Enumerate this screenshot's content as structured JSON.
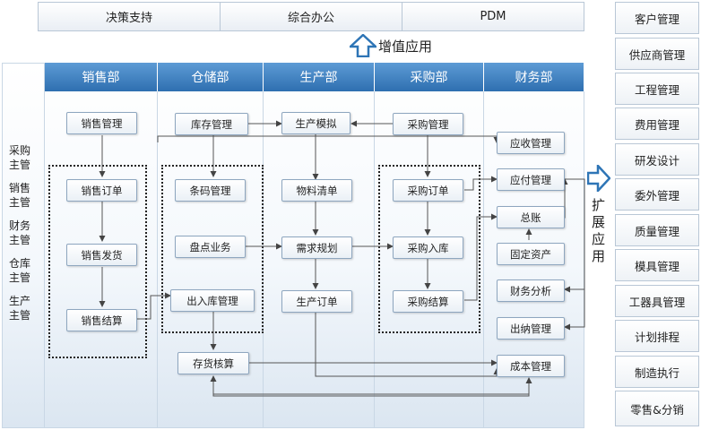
{
  "top_bar": [
    "决策支持",
    "综合办公",
    "PDM"
  ],
  "value_added_label": "增值应用",
  "extension_label": "扩展应用",
  "roles": [
    "采购主管",
    "销售主管",
    "财务主管",
    "仓库主管",
    "生产主管"
  ],
  "departments": [
    "销售部",
    "仓储部",
    "生产部",
    "采购部",
    "财务部"
  ],
  "sales": {
    "management": "销售管理",
    "order": "销售订单",
    "shipping": "销售发货",
    "settlement": "销售结算"
  },
  "warehouse": {
    "inventory": "库存管理",
    "barcode": "条码管理",
    "stocktake": "盘点业务",
    "in_out": "出入库管理",
    "stock_accounting": "存货核算"
  },
  "production": {
    "simulation": "生产模拟",
    "bom": "物料清单",
    "planning": "需求规划",
    "order": "生产订单"
  },
  "purchasing": {
    "management": "采购管理",
    "order": "采购订单",
    "receiving": "采购入库",
    "settlement": "采购结算"
  },
  "finance": {
    "receivable": "应收管理",
    "payable": "应付管理",
    "ledger": "总账",
    "fixed_assets": "固定资产",
    "analysis": "财务分析",
    "cashier": "出纳管理",
    "cost": "成本管理"
  },
  "extensions": [
    "客户管理",
    "供应商管理",
    "工程管理",
    "费用管理",
    "研发设计",
    "委外管理",
    "质量管理",
    "模具管理",
    "工器具管理",
    "计划排程",
    "制造执行",
    "零售&分销"
  ]
}
